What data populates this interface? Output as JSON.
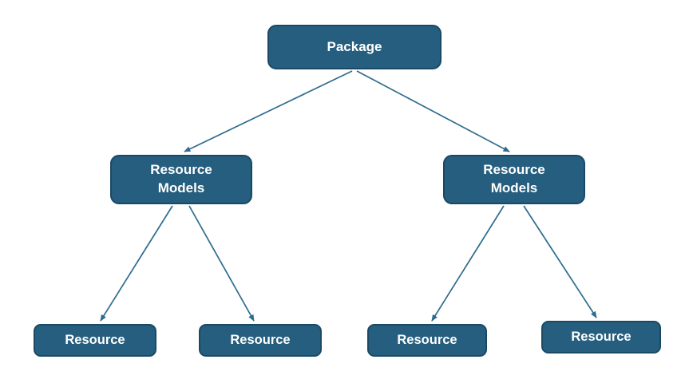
{
  "diagram": {
    "type": "tree",
    "nodes": {
      "package": {
        "id": "package",
        "label": "Package"
      },
      "resource_models_left": {
        "id": "resource_models_left",
        "label": "Resource\nModels"
      },
      "resource_models_right": {
        "id": "resource_models_right",
        "label": "Resource\nModels"
      },
      "resource_1": {
        "id": "resource_1",
        "label": "Resource"
      },
      "resource_2": {
        "id": "resource_2",
        "label": "Resource"
      },
      "resource_3": {
        "id": "resource_3",
        "label": "Resource"
      },
      "resource_4": {
        "id": "resource_4",
        "label": "Resource"
      }
    },
    "edges": [
      {
        "from": "package",
        "to": "resource_models_left"
      },
      {
        "from": "package",
        "to": "resource_models_right"
      },
      {
        "from": "resource_models_left",
        "to": "resource_1"
      },
      {
        "from": "resource_models_left",
        "to": "resource_2"
      },
      {
        "from": "resource_models_right",
        "to": "resource_3"
      },
      {
        "from": "resource_models_right",
        "to": "resource_4"
      }
    ]
  },
  "colors": {
    "canvas_bg": "#ffffff",
    "node_fill": "#255e7e",
    "node_border": "#1b4965",
    "node_text": "#ffffff",
    "edge_color": "#2e6c8e"
  }
}
